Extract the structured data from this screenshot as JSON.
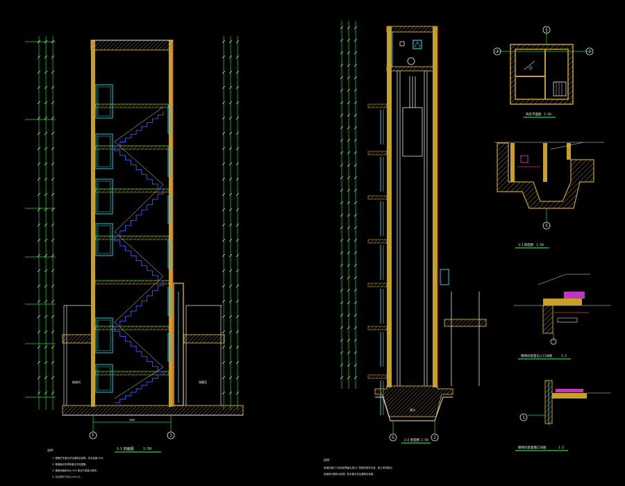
{
  "drawing": {
    "background": "#000000",
    "colors": {
      "wall": "#c8a028",
      "hatch": "#7a6a3a",
      "dim": "#1edc3c",
      "stair": "#3c5aff",
      "glass": "#20c8d8",
      "red": "#ff2a2a",
      "white": "#e8e8e8",
      "yellow": "#ffd800",
      "magenta": "#e040e0"
    }
  },
  "views": {
    "stair_section": {
      "title": "1-1 剖面图",
      "scale": "1:50",
      "grid_left": "F",
      "grid_right": "J",
      "dim_label_bottom": "3600",
      "room_left": "楼梯间",
      "room_right": "储藏室"
    },
    "elevator_section": {
      "title": "2-2 剖面图",
      "scale": "1:50",
      "grid_left": "G",
      "grid_right": "J",
      "pit_label": "基坑"
    },
    "machine_room_plan": {
      "title": "机房平面图",
      "scale": "1:50",
      "grid_top": "5",
      "grid_left": "J",
      "grid_right": "J"
    },
    "pit_section": {
      "title": "3-3 剖面图",
      "scale": "1:50",
      "grid_bottom": "5"
    },
    "roof_entry_detail": {
      "title": "楼梯间屋面出入口详图",
      "scale": "1:5"
    },
    "roof_edge_detail": {
      "title": "楼梯间屋面檐口详图",
      "scale": "1:5",
      "grid": "1"
    }
  },
  "notes": {
    "left_heading": "说明：",
    "left_lines": [
      "1. 楼梯栏杆做法详见建筑总说明，扶手高度 900。",
      "2. 楼梯踏步防滑条做法详见图集。",
      "3. 楼梯间墙体均为 200 厚加气混凝土砌块。",
      "4. 未注明尺寸均以 mm 计。"
    ],
    "right_heading": "说明：",
    "right_lines": [
      "电梯井道尺寸及机房预留孔洞以厂家提供资料为准，施工前须核对。",
      "电梯底坑做防水处理，防水做法详见建筑总说明。"
    ]
  }
}
